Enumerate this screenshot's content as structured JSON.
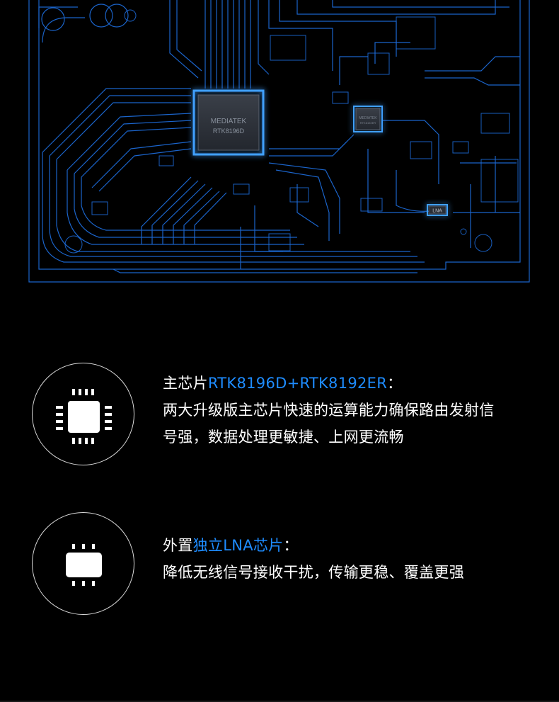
{
  "colors": {
    "background": "#000000",
    "trace": "#1e6fe0",
    "trace_glow": "#3fa0ff",
    "accent": "#1e8cff",
    "text": "#ffffff"
  },
  "board": {
    "main_chip": {
      "brand": "MEDIATEK",
      "model": "RTK8196D"
    },
    "wifi_chip": {
      "brand": "MEDIATEK",
      "model": "RTK8192ER"
    },
    "lna_label": "LNA"
  },
  "features": [
    {
      "icon": "cpu-chip-icon",
      "title_prefix": "主芯片",
      "title_highlight": "RTK8196D+RTK8192ER",
      "title_suffix": "：",
      "line1": "两大升级版主芯片快速的运算能力确保路由发射信",
      "line2": "号强，数据处理更敏捷、上网更流畅"
    },
    {
      "icon": "lna-chip-icon",
      "title_prefix": "外置",
      "title_highlight": "独立LNA芯片",
      "title_suffix": "：",
      "line1": "降低无线信号接收干扰，传输更稳、覆盖更强"
    }
  ]
}
